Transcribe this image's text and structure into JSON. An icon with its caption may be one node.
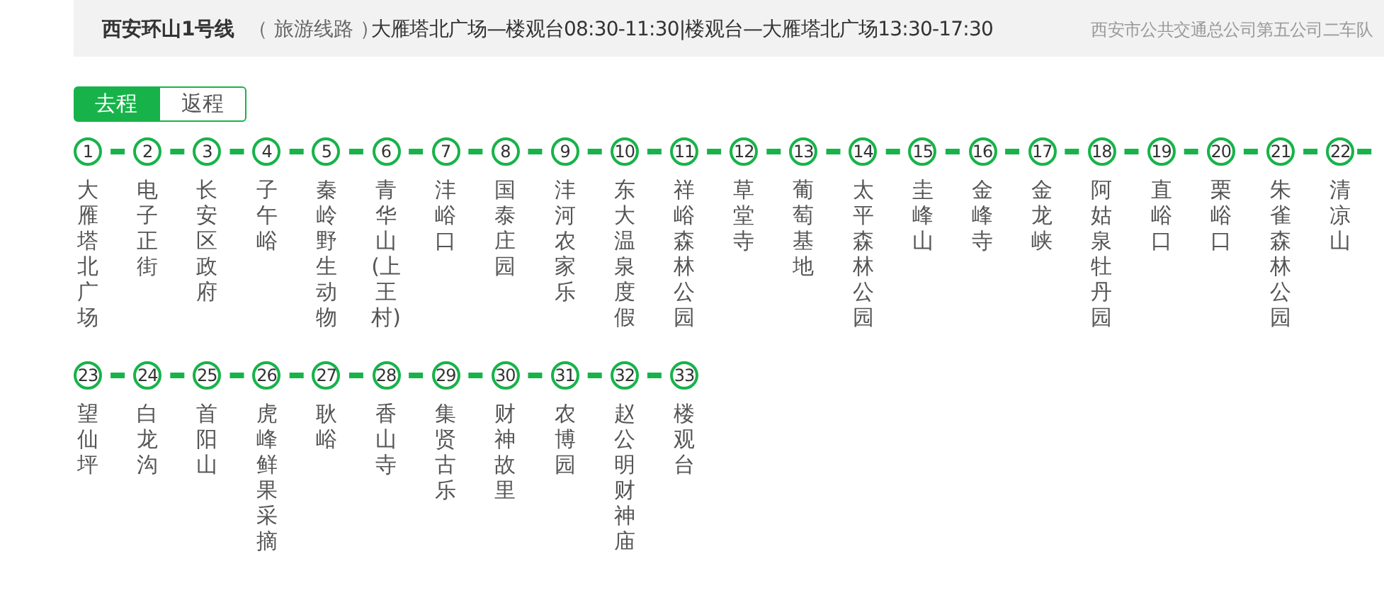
{
  "diagram": {
    "title": "西安环山1号线",
    "labels": [
      "（ 旅游线路 ）",
      "大雁塔北广场—楼观台08:30-11:30|楼观台—大雁塔北广场13:30-17:30",
      "西安市公共交通总公司第五公司二车队",
      "去程",
      "返程"
    ],
    "nodes": [
      {
        "text": [
          "1"
        ],
        "beside": [
          "大雁塔北广场"
        ]
      },
      {
        "text": [
          "2"
        ],
        "beside": [
          "电子正街"
        ]
      },
      {
        "text": [
          "3"
        ],
        "beside": [
          "长安区政府"
        ]
      },
      {
        "text": [
          "4"
        ],
        "beside": [
          "子午峪"
        ]
      },
      {
        "text": [
          "5"
        ],
        "beside": [
          "秦岭野生动物"
        ]
      },
      {
        "text": [
          "6"
        ],
        "beside": [
          "青华山(上王村)"
        ]
      },
      {
        "text": [
          "7"
        ],
        "beside": [
          "沣峪口"
        ]
      },
      {
        "text": [
          "8"
        ],
        "beside": [
          "国泰庄园"
        ]
      },
      {
        "text": [
          "9"
        ],
        "beside": [
          "沣河农家乐"
        ]
      },
      {
        "text": [
          "10"
        ],
        "beside": [
          "东大温泉度假"
        ]
      },
      {
        "text": [
          "11"
        ],
        "beside": [
          "祥峪森林公园"
        ]
      },
      {
        "text": [
          "12"
        ],
        "beside": [
          "草堂寺"
        ]
      },
      {
        "text": [
          "13"
        ],
        "beside": [
          "葡萄基地"
        ]
      },
      {
        "text": [
          "14"
        ],
        "beside": [
          "太平森林公园"
        ]
      },
      {
        "text": [
          "15"
        ],
        "beside": [
          "圭峰山"
        ]
      },
      {
        "text": [
          "16"
        ],
        "beside": [
          "金峰寺"
        ]
      },
      {
        "text": [
          "17"
        ],
        "beside": [
          "金龙峡"
        ]
      },
      {
        "text": [
          "18"
        ],
        "beside": [
          "阿姑泉牡丹园"
        ]
      },
      {
        "text": [
          "19"
        ],
        "beside": [
          "直峪口"
        ]
      },
      {
        "text": [
          "20"
        ],
        "beside": [
          "栗峪口"
        ]
      },
      {
        "text": [
          "21"
        ],
        "beside": [
          "朱雀森林公园"
        ]
      },
      {
        "text": [
          "22"
        ],
        "beside": [
          "清凉山"
        ]
      },
      {
        "text": [
          "23"
        ],
        "beside": [
          "望仙坪"
        ]
      },
      {
        "text": [
          "24"
        ],
        "beside": [
          "白龙沟"
        ]
      },
      {
        "text": [
          "25"
        ],
        "beside": [
          "首阳山"
        ]
      },
      {
        "text": [
          "26"
        ],
        "beside": [
          "虎峰鲜果采摘"
        ]
      },
      {
        "text": [
          "27"
        ],
        "beside": [
          "耿峪"
        ]
      },
      {
        "text": [
          "28"
        ],
        "beside": [
          "香山寺"
        ]
      },
      {
        "text": [
          "29"
        ],
        "beside": [
          "集贤古乐"
        ]
      },
      {
        "text": [
          "30"
        ],
        "beside": [
          "财神故里"
        ]
      },
      {
        "text": [
          "31"
        ],
        "beside": [
          "农博园"
        ]
      },
      {
        "text": [
          "32"
        ],
        "beside": [
          "赵公明财神庙"
        ]
      },
      {
        "text": [
          "33"
        ],
        "beside": [
          "楼观台"
        ]
      }
    ],
    "edges": [
      {
        "from": 0,
        "to": 1,
        "arrow": "none"
      },
      {
        "from": 1,
        "to": 2,
        "arrow": "none"
      },
      {
        "from": 2,
        "to": 3,
        "arrow": "none"
      },
      {
        "from": 3,
        "to": 4,
        "arrow": "none"
      },
      {
        "from": 4,
        "to": 5,
        "arrow": "none"
      },
      {
        "from": 5,
        "to": 6,
        "arrow": "none"
      },
      {
        "from": 6,
        "to": 7,
        "arrow": "none"
      },
      {
        "from": 7,
        "to": 8,
        "arrow": "none"
      },
      {
        "from": 8,
        "to": 9,
        "arrow": "none"
      },
      {
        "from": 9,
        "to": 10,
        "arrow": "none"
      },
      {
        "from": 10,
        "to": 11,
        "arrow": "none"
      },
      {
        "from": 11,
        "to": 12,
        "arrow": "none"
      },
      {
        "from": 12,
        "to": 13,
        "arrow": "none"
      },
      {
        "from": 13,
        "to": 14,
        "arrow": "none"
      },
      {
        "from": 14,
        "to": 15,
        "arrow": "none"
      },
      {
        "from": 15,
        "to": 16,
        "arrow": "none"
      },
      {
        "from": 16,
        "to": 17,
        "arrow": "none"
      },
      {
        "from": 17,
        "to": 18,
        "arrow": "none"
      },
      {
        "from": 18,
        "to": 19,
        "arrow": "none"
      },
      {
        "from": 19,
        "to": 20,
        "arrow": "none"
      },
      {
        "from": 20,
        "to": 21,
        "arrow": "none"
      },
      {
        "from": 21,
        "to": null,
        "arrow": "none"
      },
      {
        "from": 22,
        "to": 23,
        "arrow": "none"
      },
      {
        "from": 23,
        "to": 24,
        "arrow": "none"
      },
      {
        "from": 24,
        "to": 25,
        "arrow": "none"
      },
      {
        "from": 25,
        "to": 26,
        "arrow": "none"
      },
      {
        "from": 26,
        "to": 27,
        "arrow": "none"
      },
      {
        "from": 27,
        "to": 28,
        "arrow": "none"
      },
      {
        "from": 28,
        "to": 29,
        "arrow": "none"
      },
      {
        "from": 29,
        "to": 30,
        "arrow": "none"
      },
      {
        "from": 30,
        "to": 31,
        "arrow": "none"
      },
      {
        "from": 31,
        "to": 32,
        "arrow": "none"
      }
    ]
  }
}
